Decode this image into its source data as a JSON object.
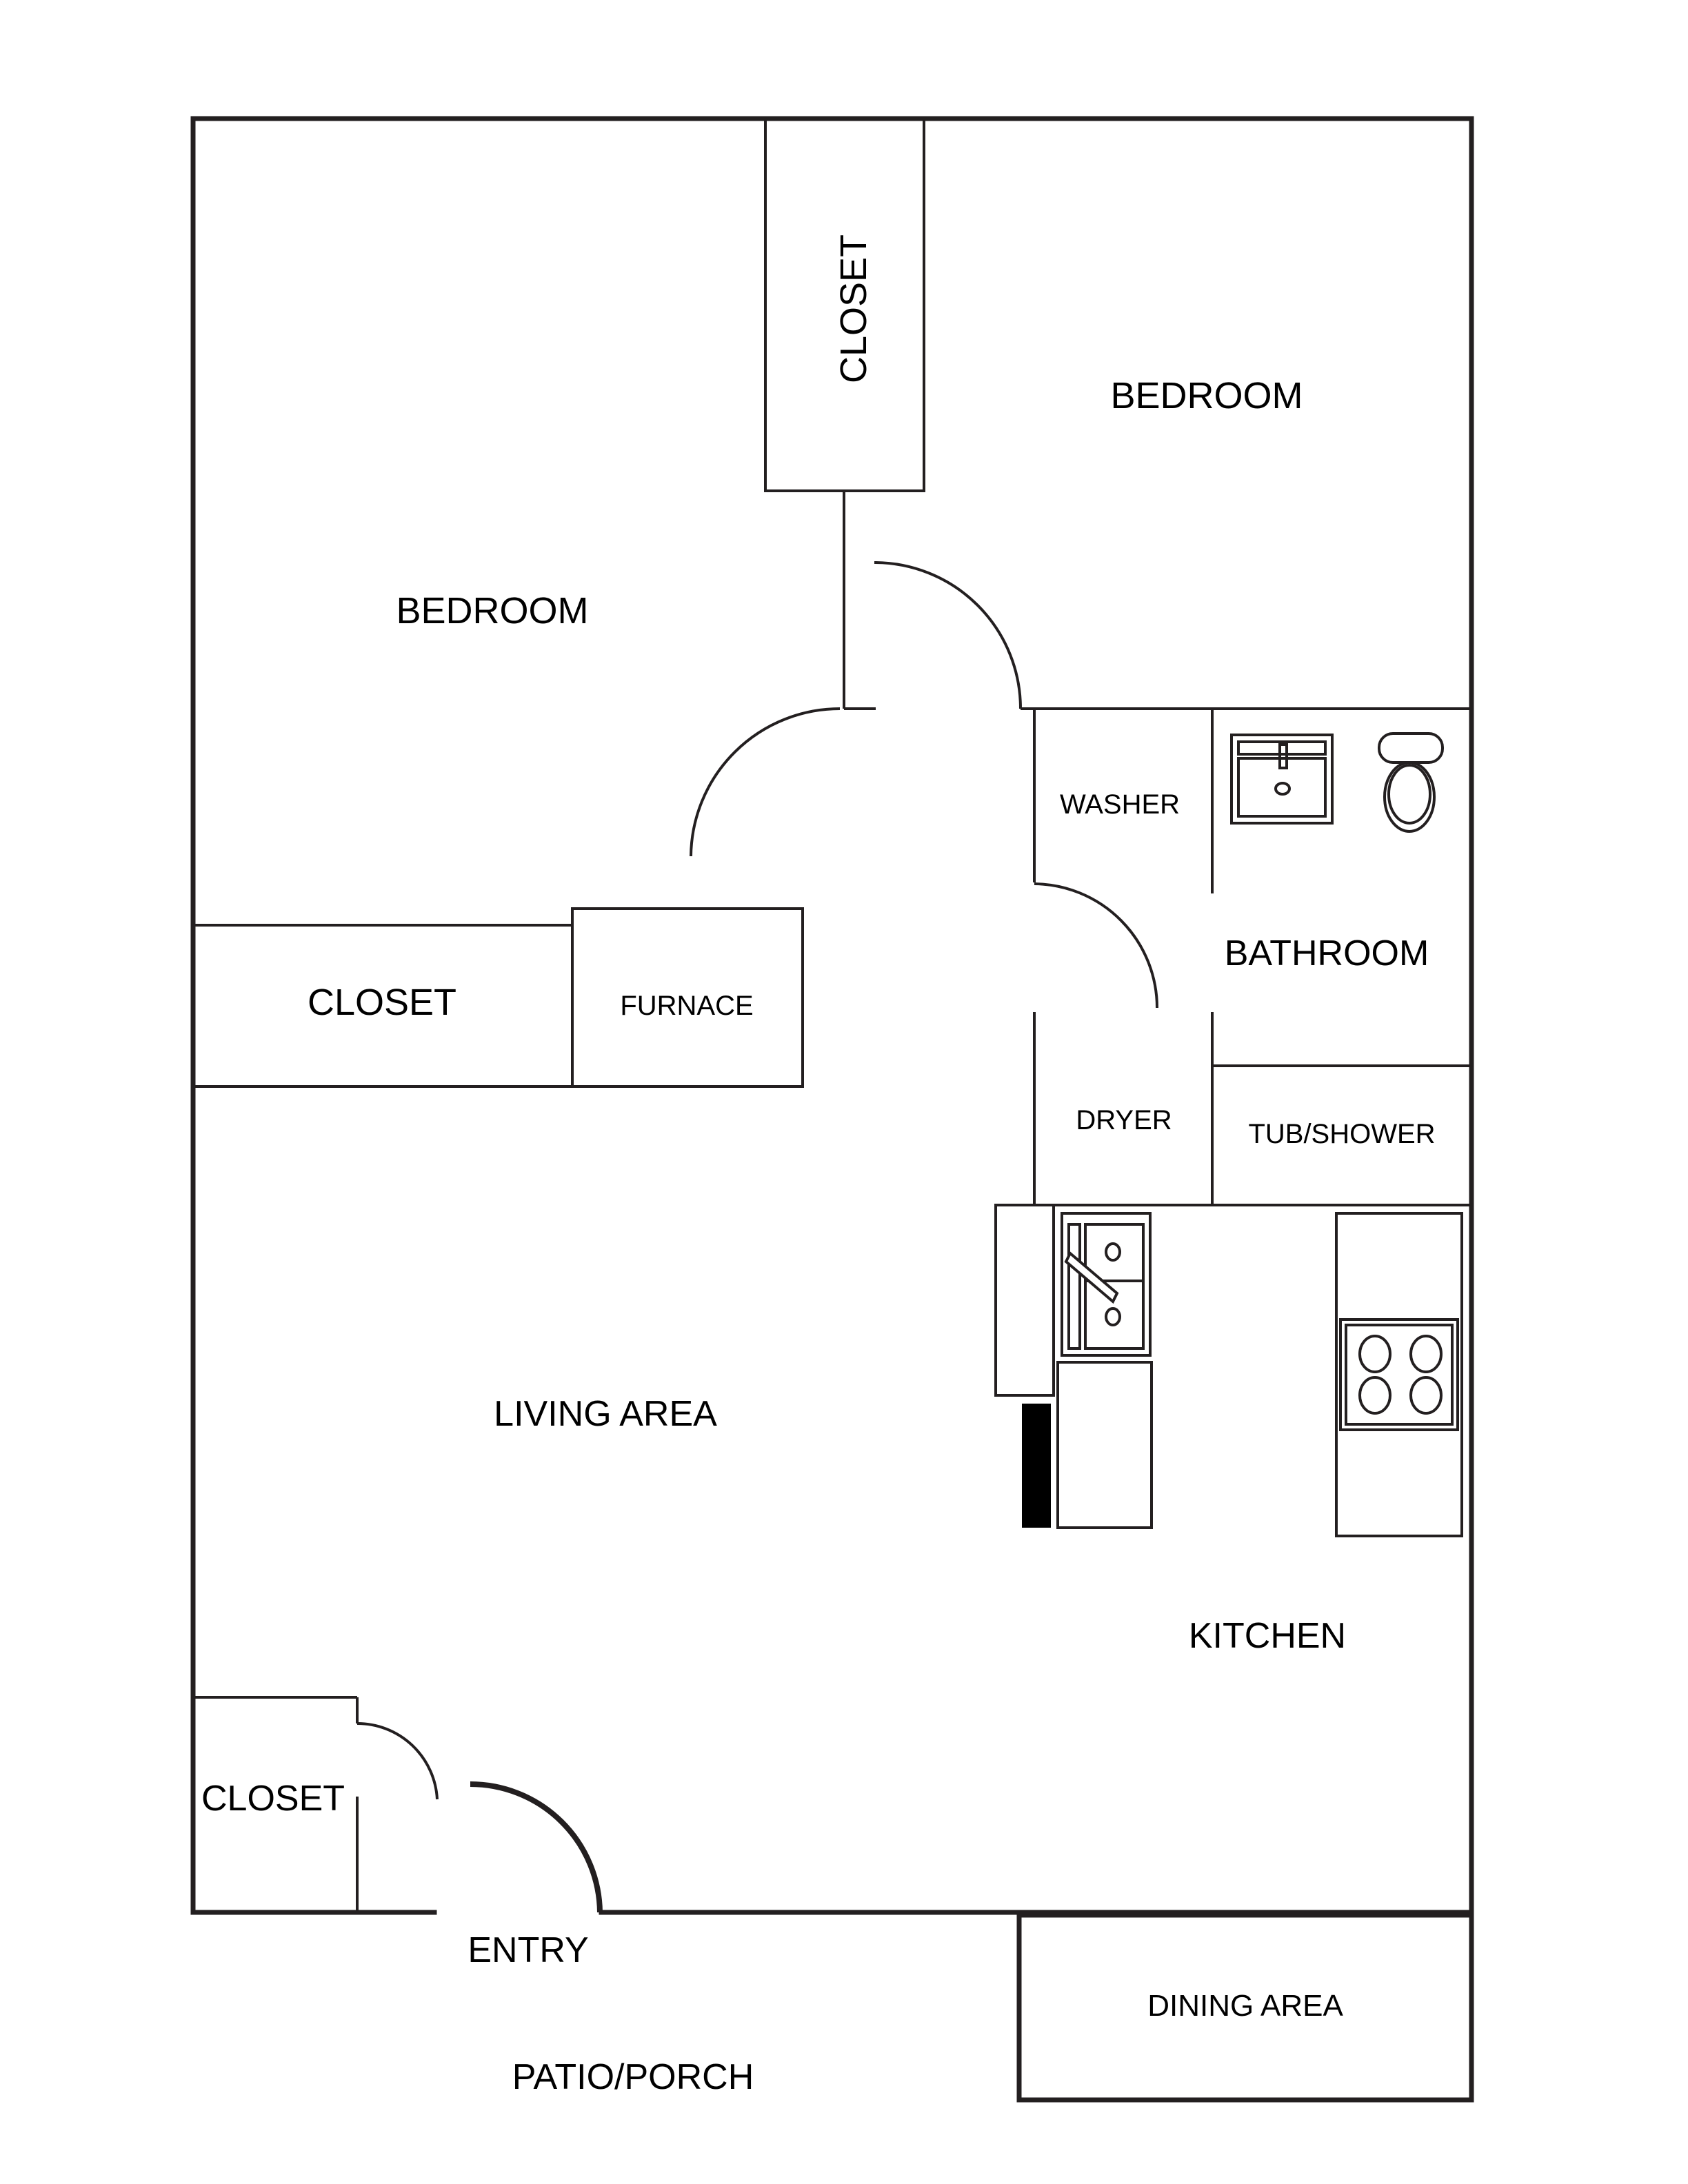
{
  "floorplan": {
    "stroke_color": "#231f20",
    "background": "#ffffff",
    "rooms": {
      "closet_top": "CLOSET",
      "bedroom_right": "BEDROOM",
      "bedroom_left": "BEDROOM",
      "washer": "WASHER",
      "bathroom": "BATHROOM",
      "closet_mid": "CLOSET",
      "furnace": "FURNACE",
      "dryer": "DRYER",
      "tub_shower": "TUB/SHOWER",
      "living_area": "LIVING AREA",
      "kitchen": "KITCHEN",
      "closet_entry": "CLOSET",
      "entry": "ENTRY",
      "dining_area": "DINING AREA",
      "patio_porch": "PATIO/PORCH"
    },
    "fixtures": [
      "bathroom-sink",
      "toilet",
      "kitchen-double-sink",
      "refrigerator",
      "dishwasher",
      "stove-4-burner"
    ]
  }
}
